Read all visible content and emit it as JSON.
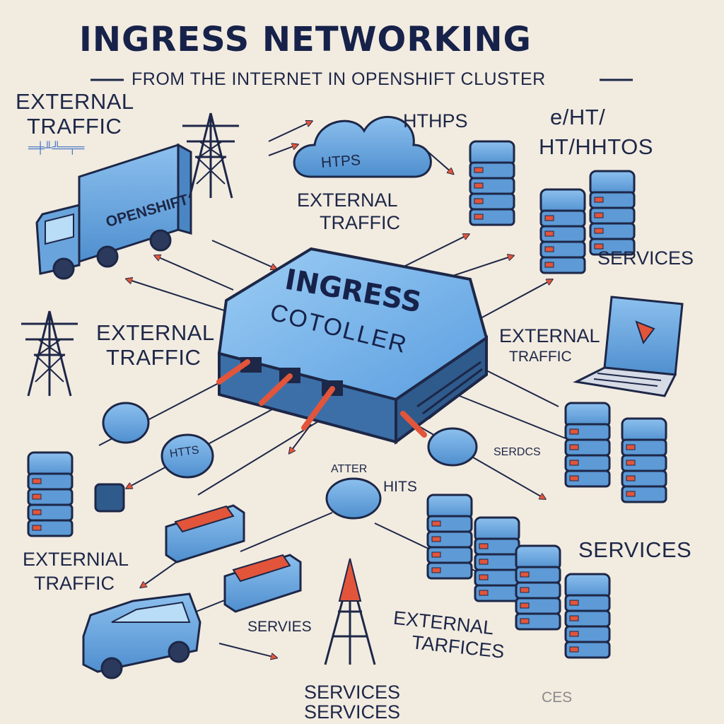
{
  "title": "INGRESS NETWORKING",
  "subtitle": "FROM THE INTERNET  IN OPENSHIFT CLUSTER",
  "labels": {
    "ext_traffic_top_left": [
      "EXTERNAL",
      "TRAFFIC"
    ],
    "top_left_scribble": "═╪╨╩═╤═",
    "cloud_text": "HTPS",
    "cloud_caption": [
      "EXTERNAL",
      "TRAFFIC"
    ],
    "https_top": "HTHPS",
    "top_right": [
      "e/HT/",
      "HT/HHTOS"
    ],
    "truck_text": "OPENSHIFT",
    "services_right": "SERVICES",
    "ext_traffic_mid_left": [
      "EXTERNAL",
      "TRAFFIC"
    ],
    "controller_title": "INGRESS",
    "controller_sub": "COTOLLER",
    "ext_traffic_mid_right": [
      "EXTERNAL",
      "TRAFFIC"
    ],
    "node_left": "HTTS",
    "serdcs": "SERDCS",
    "atter": "ATTER",
    "hits": "HITS",
    "ext_traffic_bottom_left": [
      "EXTERNIAL",
      "TRAFFIC"
    ],
    "services_bottom_right": "SERVICES",
    "servies": "SERVIES",
    "ext_tarfices": [
      "EXTERNAL",
      "TARFICES"
    ],
    "services_bottom": [
      "SERVICES",
      "SERVICES"
    ],
    "ces": "CES"
  },
  "colors": {
    "background": "#f2ebe0",
    "device_blue": "#6aa4dc",
    "device_outline": "#1d2747",
    "accent_red": "#e2553a",
    "text_dark": "#17224a"
  }
}
